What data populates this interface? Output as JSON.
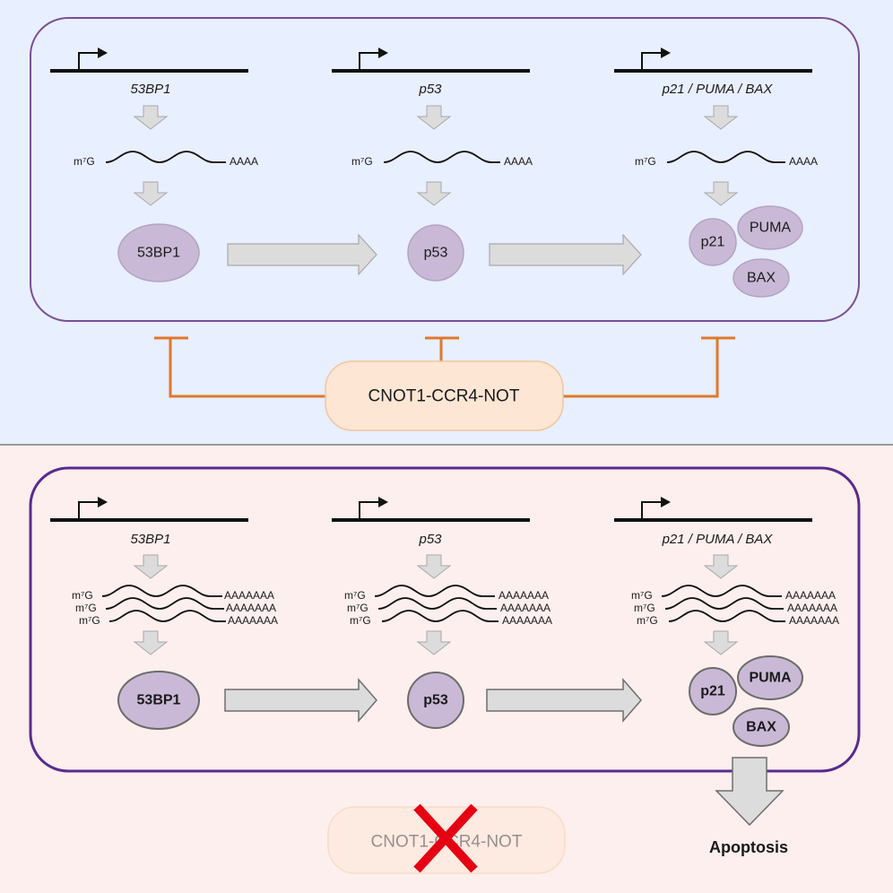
{
  "colors": {
    "top_panel_bg": "#e8efff",
    "bottom_panel_bg": "#fdefed",
    "box_border": "#6f3d8f",
    "protein_fill": "#c9b9d6",
    "arrow_fill": "#dcdcdc",
    "inhibit": "#e0792a",
    "complex_fill": "#fde6d4",
    "cross": "#e50012"
  },
  "genes": [
    "53BP1",
    "p53",
    "p21 / PUMA / BAX"
  ],
  "mrna": {
    "cap": "m⁷G",
    "tail_short": "AAAA",
    "tail_long": "AAAAAAA"
  },
  "proteins": {
    "p1": "53BP1",
    "p2": "p53",
    "p21": "p21",
    "puma": "PUMA",
    "bax": "BAX"
  },
  "complex": "CNOT1-CCR4-NOT",
  "outcome": "Apoptosis"
}
